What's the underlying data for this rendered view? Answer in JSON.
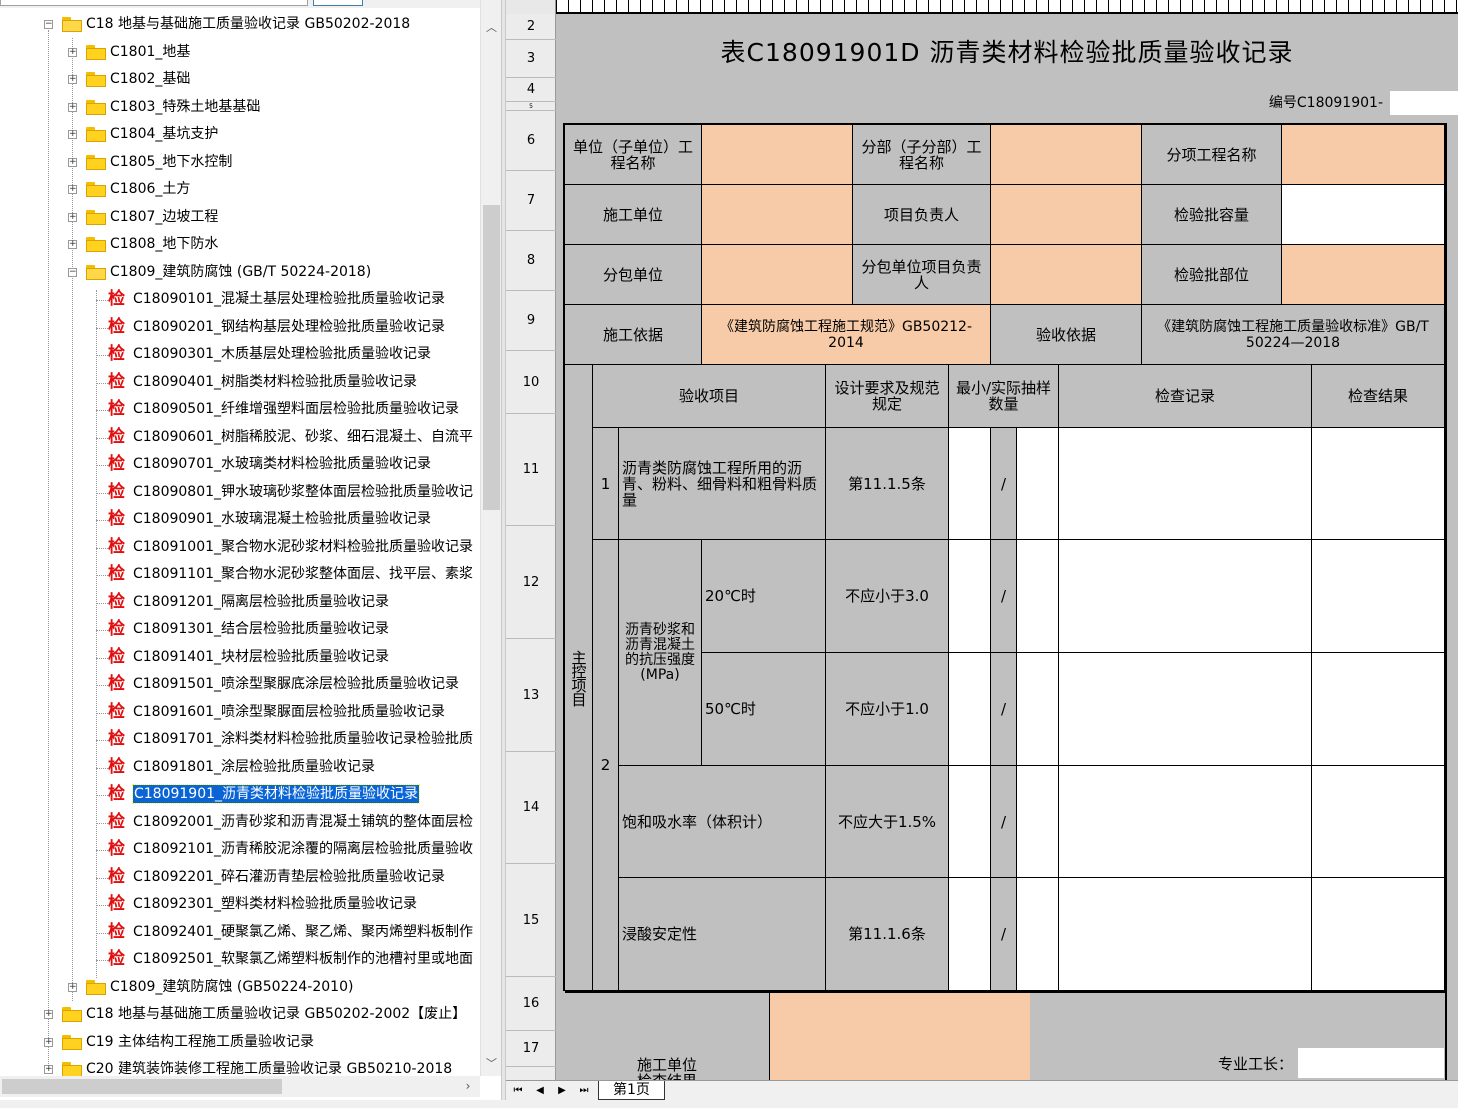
{
  "tree": {
    "nodes": [
      {
        "label": "C18 地基与基础施工质量验收记录 GB50202-2018",
        "level": 0,
        "kind": "folder-open",
        "expander": "−"
      },
      {
        "label": "C1801_地基",
        "level": 1,
        "kind": "folder",
        "expander": "+"
      },
      {
        "label": "C1802_基础",
        "level": 1,
        "kind": "folder",
        "expander": "+"
      },
      {
        "label": "C1803_特殊土地基基础",
        "level": 1,
        "kind": "folder",
        "expander": "+"
      },
      {
        "label": "C1804_基坑支护",
        "level": 1,
        "kind": "folder",
        "expander": "+"
      },
      {
        "label": "C1805_地下水控制",
        "level": 1,
        "kind": "folder",
        "expander": "+"
      },
      {
        "label": "C1806_土方",
        "level": 1,
        "kind": "folder",
        "expander": "+"
      },
      {
        "label": "C1807_边坡工程",
        "level": 1,
        "kind": "folder",
        "expander": "+"
      },
      {
        "label": "C1808_地下防水",
        "level": 1,
        "kind": "folder",
        "expander": "+"
      },
      {
        "label": "C1809_建筑防腐蚀 (GB/T 50224-2018)",
        "level": 1,
        "kind": "folder-open",
        "expander": "−"
      },
      {
        "label": "C18090101_混凝土基层处理检验批质量验收记录",
        "level": 2,
        "kind": "record"
      },
      {
        "label": "C18090201_钢结构基层处理检验批质量验收记录",
        "level": 2,
        "kind": "record"
      },
      {
        "label": "C18090301_木质基层处理检验批质量验收记录",
        "level": 2,
        "kind": "record"
      },
      {
        "label": "C18090401_树脂类材料检验批质量验收记录",
        "level": 2,
        "kind": "record"
      },
      {
        "label": "C18090501_纤维增强塑料面层检验批质量验收记录",
        "level": 2,
        "kind": "record"
      },
      {
        "label": "C18090601_树脂稀胶泥、砂浆、细石混凝土、自流平",
        "level": 2,
        "kind": "record"
      },
      {
        "label": "C18090701_水玻璃类材料检验批质量验收记录",
        "level": 2,
        "kind": "record"
      },
      {
        "label": "C18090801_钾水玻璃砂浆整体面层检验批质量验收记",
        "level": 2,
        "kind": "record"
      },
      {
        "label": "C18090901_水玻璃混凝土检验批质量验收记录",
        "level": 2,
        "kind": "record"
      },
      {
        "label": "C18091001_聚合物水泥砂浆材料检验批质量验收记录",
        "level": 2,
        "kind": "record"
      },
      {
        "label": "C18091101_聚合物水泥砂浆整体面层、找平层、素浆",
        "level": 2,
        "kind": "record"
      },
      {
        "label": "C18091201_隔离层检验批质量验收记录",
        "level": 2,
        "kind": "record"
      },
      {
        "label": "C18091301_结合层检验批质量验收记录",
        "level": 2,
        "kind": "record"
      },
      {
        "label": "C18091401_块材层检验批质量验收记录",
        "level": 2,
        "kind": "record"
      },
      {
        "label": "C18091501_喷涂型聚脲底涂层检验批质量验收记录",
        "level": 2,
        "kind": "record"
      },
      {
        "label": "C18091601_喷涂型聚脲面层检验批质量验收记录",
        "level": 2,
        "kind": "record"
      },
      {
        "label": "C18091701_涂料类材料检验批质量验收记录检验批质",
        "level": 2,
        "kind": "record"
      },
      {
        "label": "C18091801_涂层检验批质量验收记录",
        "level": 2,
        "kind": "record"
      },
      {
        "label": "C18091901_沥青类材料检验批质量验收记录",
        "level": 2,
        "kind": "record",
        "selected": true
      },
      {
        "label": "C18092001_沥青砂浆和沥青混凝土铺筑的整体面层检",
        "level": 2,
        "kind": "record"
      },
      {
        "label": "C18092101_沥青稀胶泥涂覆的隔离层检验批质量验收",
        "level": 2,
        "kind": "record"
      },
      {
        "label": "C18092201_碎石灌沥青垫层检验批质量验收记录",
        "level": 2,
        "kind": "record"
      },
      {
        "label": "C18092301_塑料类材料检验批质量验收记录",
        "level": 2,
        "kind": "record"
      },
      {
        "label": "C18092401_硬聚氯乙烯、聚乙烯、聚丙烯塑料板制作",
        "level": 2,
        "kind": "record"
      },
      {
        "label": "C18092501_软聚氯乙烯塑料板制作的池槽衬里或地面",
        "level": 2,
        "kind": "record"
      },
      {
        "label": "C1809_建筑防腐蚀 (GB50224-2010)",
        "level": 1,
        "kind": "folder",
        "expander": "+"
      },
      {
        "label": "C18 地基与基础施工质量验收记录 GB50202-2002【废止】",
        "level": 0,
        "kind": "folder",
        "expander": "+"
      },
      {
        "label": "C19 主体结构工程施工质量验收记录",
        "level": 0,
        "kind": "folder",
        "expander": "+"
      },
      {
        "label": "C20 建筑装饰装修工程施工质量验收记录 GB50210-2018",
        "level": 0,
        "kind": "folder",
        "expander": "+"
      }
    ],
    "record_icon_text": "检"
  },
  "sheet": {
    "row_numbers": [
      "2",
      "3",
      "4",
      "5",
      "6",
      "7",
      "8",
      "9",
      "10",
      "11",
      "12",
      "13",
      "14",
      "15",
      "16",
      "17"
    ],
    "title": "表C18091901D 沥青类材料检验批质量验收记录",
    "serial_label": "编号C18091901-",
    "rows": {
      "unit_project_name": "单位（子单位）工程名称",
      "sub_division_name": "分部（子分部）工程名称",
      "sub_item_name": "分项工程名称",
      "construction_unit": "施工单位",
      "project_manager": "项目负责人",
      "batch_capacity": "检验批容量",
      "subcontract_unit": "分包单位",
      "subcontract_manager": "分包单位项目负责人",
      "batch_location": "检验批部位",
      "construction_basis": "施工依据",
      "construction_basis_value": "《建筑防腐蚀工程施工规范》GB50212-2014",
      "acceptance_basis": "验收依据",
      "acceptance_basis_value": "《建筑防腐蚀工程施工质量验收标准》GB/T 50224—2018"
    },
    "headers": {
      "item": "验收项目",
      "design": "设计要求及规范规定",
      "sampling": "最小/实际抽样数量",
      "record": "检查记录",
      "result": "检查结果"
    },
    "main_control": "主控项目",
    "items": [
      {
        "no": "1",
        "name": "沥青类防腐蚀工程所用的沥青、粉料、细骨料和粗骨料质量",
        "spec": "第11.1.5条",
        "slash": "/"
      },
      {
        "no": "2",
        "group": "沥青砂浆和沥青混凝土的抗压强度(MPa)",
        "sub": "20℃时",
        "spec": "不应小于3.0",
        "slash": "/"
      },
      {
        "sub": "50℃时",
        "spec": "不应小于1.0",
        "slash": "/"
      },
      {
        "name": "饱和吸水率（体积计）",
        "spec": "不应大于1.5%",
        "slash": "/"
      },
      {
        "name": "浸酸安定性",
        "spec": "第11.1.6条",
        "slash": "/"
      }
    ],
    "footer": {
      "construction_unit_result": "施工单位检查结果",
      "foreman": "专业工长："
    }
  },
  "tabs": {
    "nav": [
      "⏮",
      "◀",
      "▶",
      "⏭"
    ],
    "sheet_tab": "第1页"
  }
}
